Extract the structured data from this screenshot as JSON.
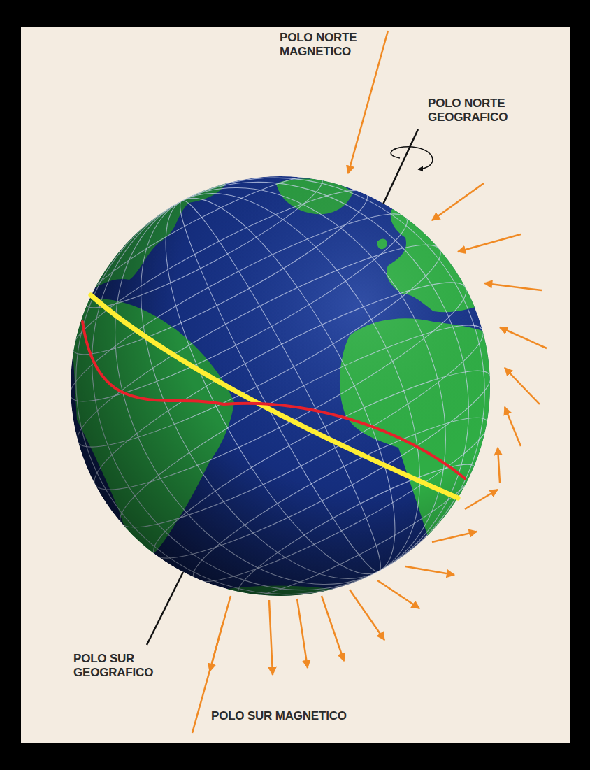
{
  "diagram": {
    "labels": [
      "POLO NORTE MAGNETICO",
      "POLO NORTE GEOGRAFICO",
      "POLO SUR GEOGRAFICO",
      "POLO SUR MAGNETICO"
    ]
  }
}
